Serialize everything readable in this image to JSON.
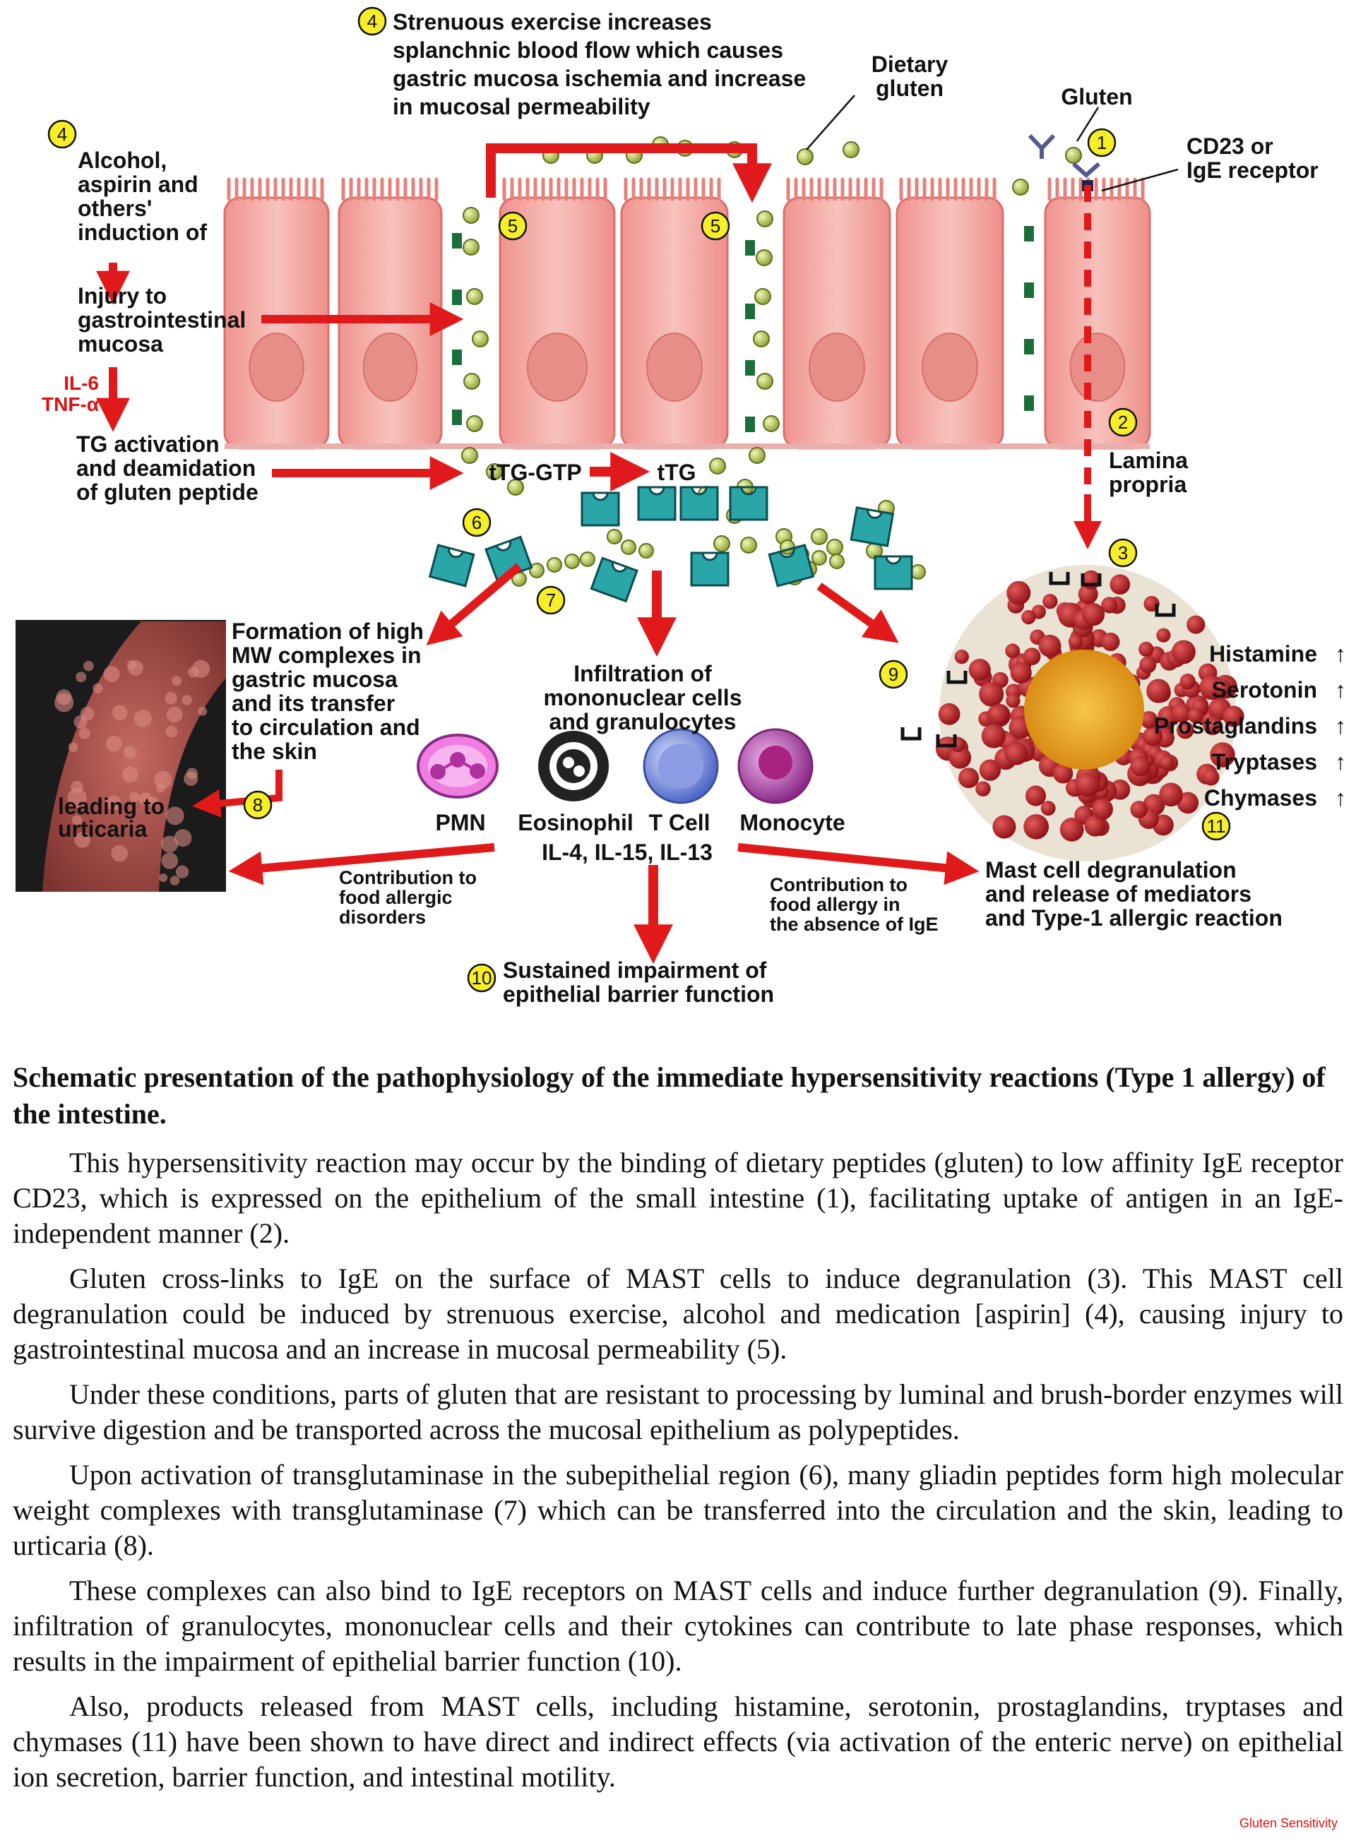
{
  "diagram": {
    "step4_exercise": [
      "Strenuous exercise increases",
      "splanchnic blood flow which causes",
      "gastric mucosa ischemia and increase",
      "in mucosal permeability"
    ],
    "dietary_gluten": [
      "Dietary",
      "gluten"
    ],
    "gluten_label": "Gluten",
    "cd23_label": [
      "CD23 or",
      "IgE receptor"
    ],
    "alcohol_label": [
      "Alcohol,",
      "aspirin and",
      "others'",
      "induction of"
    ],
    "injury_label": [
      "Injury to",
      "gastrointestinal",
      "mucosa"
    ],
    "cytokines_red": [
      "IL-6",
      "TNF-α"
    ],
    "tg_label": [
      "TG activation",
      "and deamidation",
      "of gluten peptide"
    ],
    "ttg_gtp": "tTG-GTP",
    "ttg": "tTG",
    "lamina_label": [
      "Lamina",
      "propria"
    ],
    "formation_label": [
      "Formation of high",
      "MW complexes in",
      "gastric mucosa",
      "and its transfer",
      "to circulation and",
      "the skin"
    ],
    "infiltration_label": [
      "Infiltration of",
      "mononuclear cells",
      "and granulocytes"
    ],
    "cells": [
      "PMN",
      "Eosinophil",
      "T Cell",
      "Monocyte"
    ],
    "interleukins": "IL-4, IL-15, IL-13",
    "mediators": [
      "Histamine",
      "Serotonin",
      "Prostaglandins",
      "Tryptases",
      "Chymases"
    ],
    "urticaria_label": [
      "leading to",
      "urticaria"
    ],
    "contribution_left": [
      "Contribution to",
      "food allergic",
      "disorders"
    ],
    "contribution_right": [
      "Contribution to",
      "food allergy in",
      "the absence of IgE"
    ],
    "mast_label": [
      "Mast cell degranulation",
      "and release of mediators",
      "and Type-1 allergic reaction"
    ],
    "sustained_label": [
      "Sustained impairment of",
      "epithelial barrier function"
    ],
    "up_arrow": "↑",
    "badges": [
      "1",
      "2",
      "3",
      "4",
      "4",
      "5",
      "5",
      "6",
      "7",
      "8",
      "9",
      "10",
      "11"
    ]
  },
  "caption": {
    "title": "Schematic presentation of the pathophysiology of the immediate hypersensitivity reactions (Type 1 allergy) of the intestine.",
    "paragraphs": [
      "This hypersensitivity reaction may occur by the binding of dietary peptides (gluten) to low affinity IgE receptor CD23, which is expressed on the epithelium of the small intestine (1), facilitating uptake of antigen in an IgE-independent manner (2).",
      "Gluten cross-links to IgE on the surface of MAST cells to induce degranulation (3). This MAST cell degranulation could be induced by strenuous exercise, alcohol and medication [aspirin] (4), causing injury to gastrointestinal mucosa and an increase in mucosal permeability (5).",
      "Under these conditions, parts of gluten that are resistant to processing by luminal and brush-border enzymes will survive digestion and be transported across the mucosal epithelium as polypeptides.",
      "Upon activation of transglutaminase in the subepithelial region (6), many gliadin peptides form high molecular weight complexes with transglutaminase (7) which can be transferred into the circulation and the skin, leading to urticaria (8).",
      "These complexes can also bind to IgE receptors on MAST cells and induce further degranulation (9). Finally, infiltration of granulocytes, mononuclear cells and their cytokines can contribute to late phase responses, which results in the impairment of epithelial barrier function (10).",
      "Also, products released from MAST cells, including histamine, serotonin, prostaglandins, tryptases and chymases (11) have been shown to have direct and indirect effects (via activation of the enteric nerve) on epithelial ion secretion, barrier function, and intestinal motility."
    ],
    "footer": "Gluten Sensitivity"
  },
  "colors": {
    "arrow_red": "#e01a1a",
    "cell_pink": "#f3a9a4",
    "gluten_green": "#b9c94a",
    "badge_yellow": "#f7ee2a",
    "ttg_teal": "#2aa5a8",
    "mast_red": "#c0262c",
    "mast_core": "#e8a21a"
  }
}
